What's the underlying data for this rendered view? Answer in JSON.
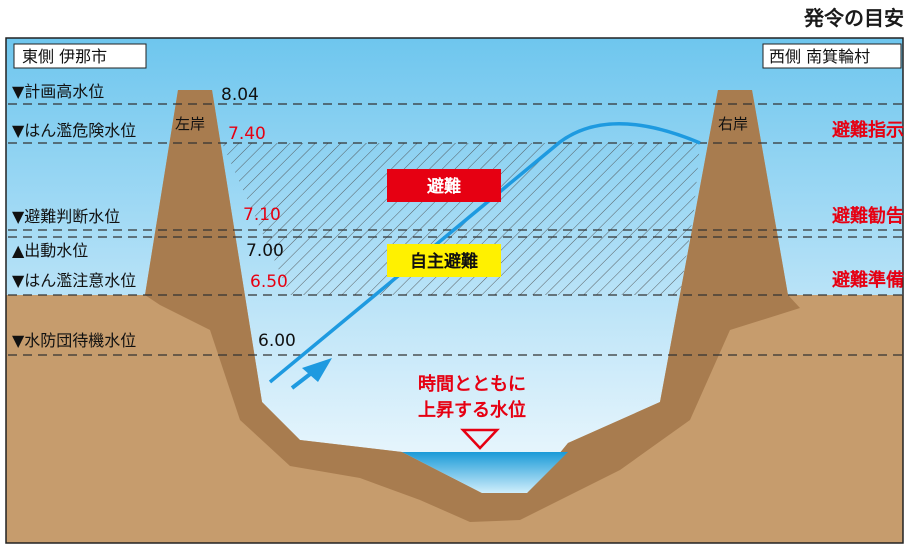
{
  "header": {
    "title": "発令の目安"
  },
  "sides": {
    "east": "東側 伊那市",
    "west": "西側 南箕輪村"
  },
  "banks": {
    "left": "左岸",
    "right": "右岸"
  },
  "levels": [
    {
      "label": "▼計画高水位",
      "value": "8.04"
    },
    {
      "label": "▼はん濫危険水位",
      "value": "7.40"
    },
    {
      "label": "▼避難判断水位",
      "value": "7.10"
    },
    {
      "label": "▲出動水位",
      "value": "7.00"
    },
    {
      "label": "▼はん濫注意水位",
      "value": "6.50"
    },
    {
      "label": "▼水防団待機水位",
      "value": "6.00"
    }
  ],
  "orders": {
    "instruction": "避難指示",
    "advisory": "避難勧告",
    "preparation": "避難準備"
  },
  "zones": {
    "evacuation": "避難",
    "voluntary": "自主避難"
  },
  "caption": {
    "line1": "時間とともに",
    "line2": "上昇する水位"
  },
  "colors": {
    "red": "#e60012",
    "yellow": "#fff100",
    "ground": "#c69c6d",
    "bank": "#a87c4f",
    "sky": "#7ccbef",
    "river": "#2ea7e0"
  }
}
